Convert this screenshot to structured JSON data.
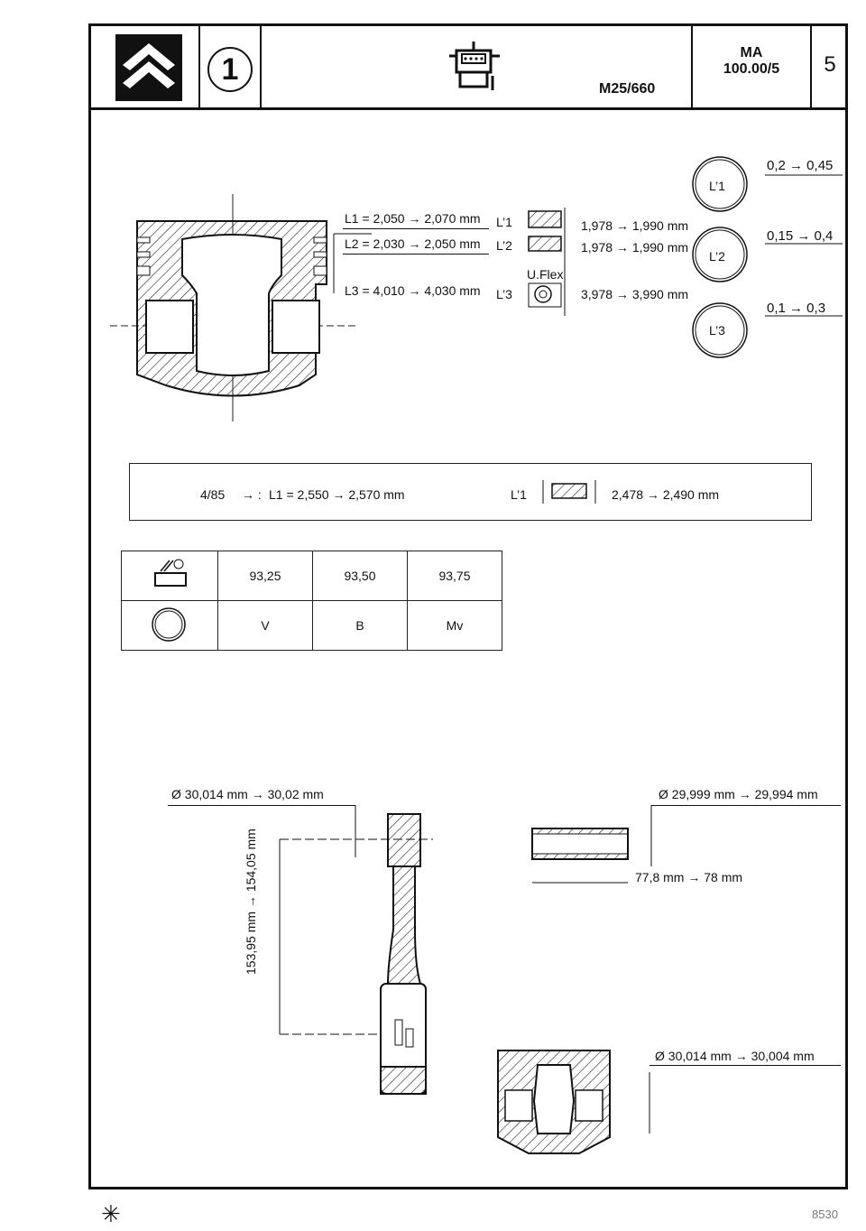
{
  "header": {
    "brand_logo": "citroen-double-chevron",
    "section_number": "1",
    "engine_icon": "engine-icon",
    "engine_code": "M25/660",
    "doc_ref_top": "MA",
    "doc_ref_bottom": "100.00/5",
    "page_number": "5"
  },
  "rings": {
    "l1_text": "L1  =  2,050 → 2,070 mm",
    "l2_text": "L2  =  2,030 → 2,050 mm",
    "l3_text": "L3  =  4,010 → 4,030 mm",
    "lp1": "L’1",
    "lp2": "L’2",
    "lp3": "L’3",
    "uflex": "U.Flex",
    "thick1": "1,978 → 1,990 mm",
    "thick2": "1,978 → 1,990 mm",
    "thick3": "3,978 → 3,990 mm",
    "gap1": "0,2 → 0,45",
    "gap2": "0,15 → 0,4",
    "gap3": "0,1 → 0,3"
  },
  "note_485": {
    "date": "4/85",
    "arrow": "→ :",
    "l1": "L1  =  2,550 → 2,570 mm",
    "lp1": "L’1",
    "thick": "2,478 → 2,490 mm"
  },
  "grades_table": {
    "diameters": [
      "93,25",
      "93,50",
      "93,75"
    ],
    "marks": [
      "V",
      "B",
      "Mv"
    ],
    "row1_icon": "measure-icon",
    "row2_icon": "ring-icon"
  },
  "rod": {
    "bore": "Ø  30,014 mm → 30,02 mm",
    "length": "153,95 mm → 154,05 mm"
  },
  "pin": {
    "diameter": "Ø  29,999 mm → 29,994 mm",
    "length": "77,8 mm → 78 mm"
  },
  "piston_bore": {
    "diameter": "Ø  30,014 mm → 30,004 mm"
  },
  "footer": {
    "asterisk": "✳",
    "code": "8530"
  }
}
